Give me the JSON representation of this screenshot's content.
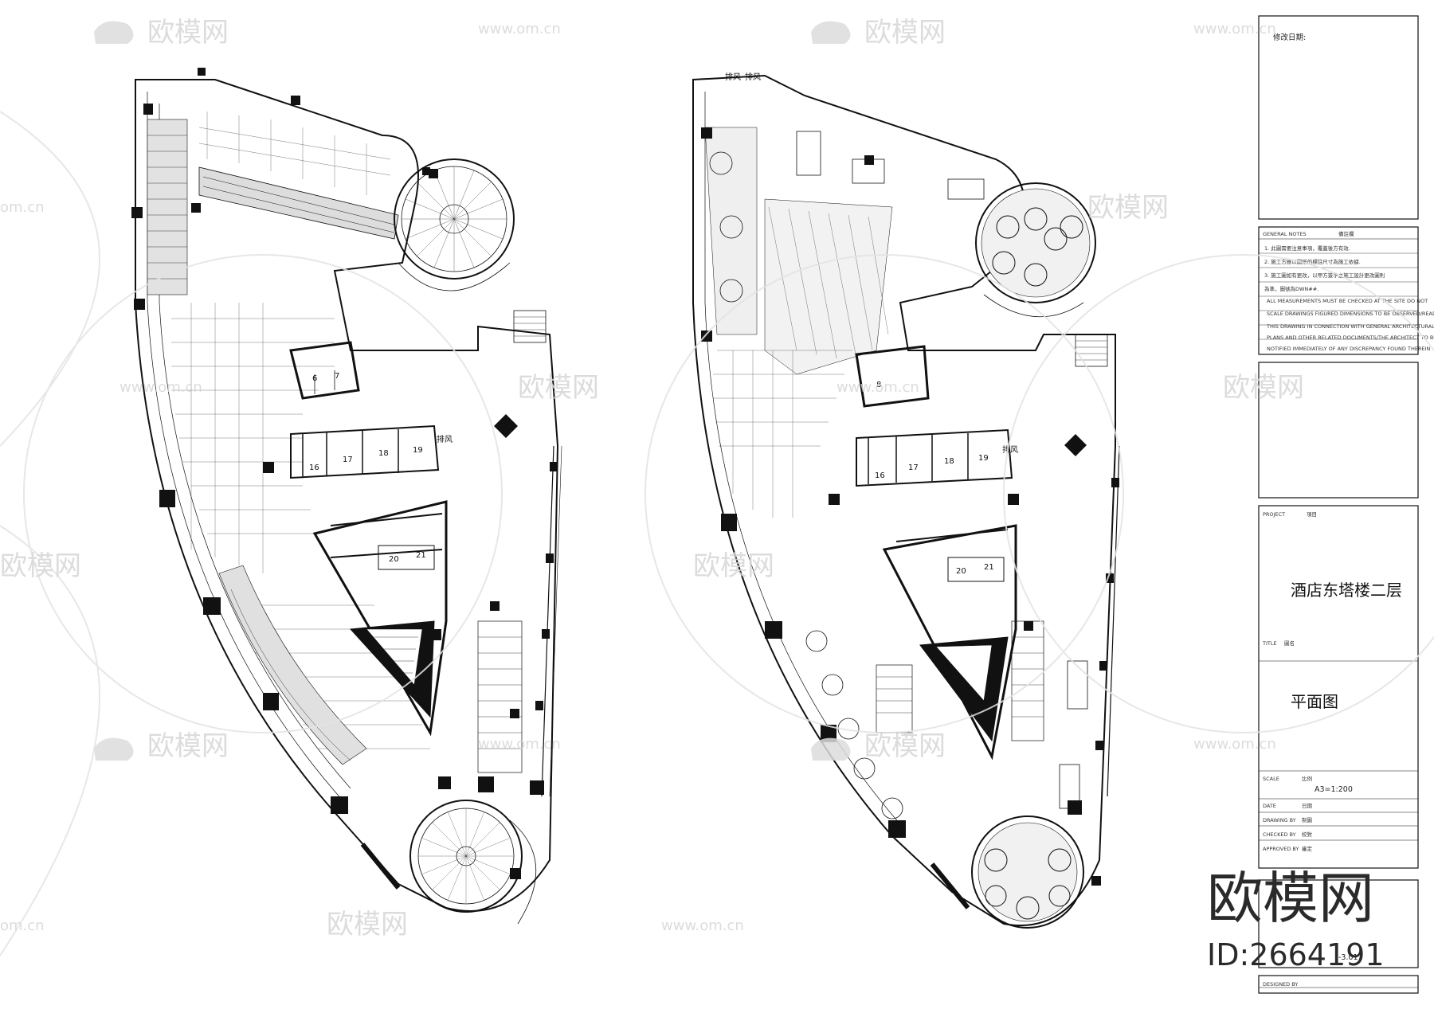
{
  "watermark": {
    "brand": "欧模网",
    "site": "www.om.cn",
    "site_short": "om.cn",
    "big_brand": "欧模网",
    "id_label": "ID:2664191"
  },
  "plan_labels": {
    "rooms_top": [
      "16",
      "17",
      "18",
      "19"
    ],
    "rooms_bottom": [
      "20",
      "21"
    ],
    "vent": "排风",
    "lift_left": [
      "6",
      "7"
    ],
    "lift_right": "8",
    "vent_right_a": "排风",
    "vent_right_b": "排风"
  },
  "title_block": {
    "revision_label": "修改日期:",
    "general_notes_label": "GENERAL NOTES",
    "general_notes_cn": "備註欄",
    "notes": [
      "1.  此圖需要注意事項，覆蓋後方有效.",
      "2.  施工方應以圖紙的標註尺寸為施工依據.",
      "3.  施工圖如有更改，以甲方簽字之施工設計更改圖則",
      "     為準，圖號為DWN##.",
      "ALL MEASUREMENTS MUST BE CHECKED AT THE SITE DO NOT",
      "SCALE DRAWINGS FIGURED DIMENSIONS TO BE OBSERVED/READ",
      "THIS DRAWING IN CONNECTION WITH GENERAL ARCHITECTURAL",
      "PLANS AND OTHER RELATED DOCUMENTS/THE ARCHITECT TO BE",
      "NOTIFIED IMMEDIATELY OF ANY DISCREPANCY FOUND THEREIN"
    ],
    "project_label": "PROJECT",
    "project_cn": "項目",
    "project_name": "酒店东塔楼二层",
    "title_label": "TITLE",
    "title_cn": "圖名",
    "drawing_title": "平面图",
    "scale_label": "SCALE",
    "scale_cn": "比例",
    "scale_value": "A3=1:200",
    "date_label": "DATE",
    "date_cn": "日期",
    "drawn_label": "DRAWING BY",
    "drawn_cn": "制圖",
    "checked_label": "CHECKED BY",
    "checked_cn": "校對",
    "approved_label": "APPROVED BY",
    "approved_cn": "審定",
    "drawing_no": "-3.01",
    "designed_label": "DESIGNED BY"
  }
}
